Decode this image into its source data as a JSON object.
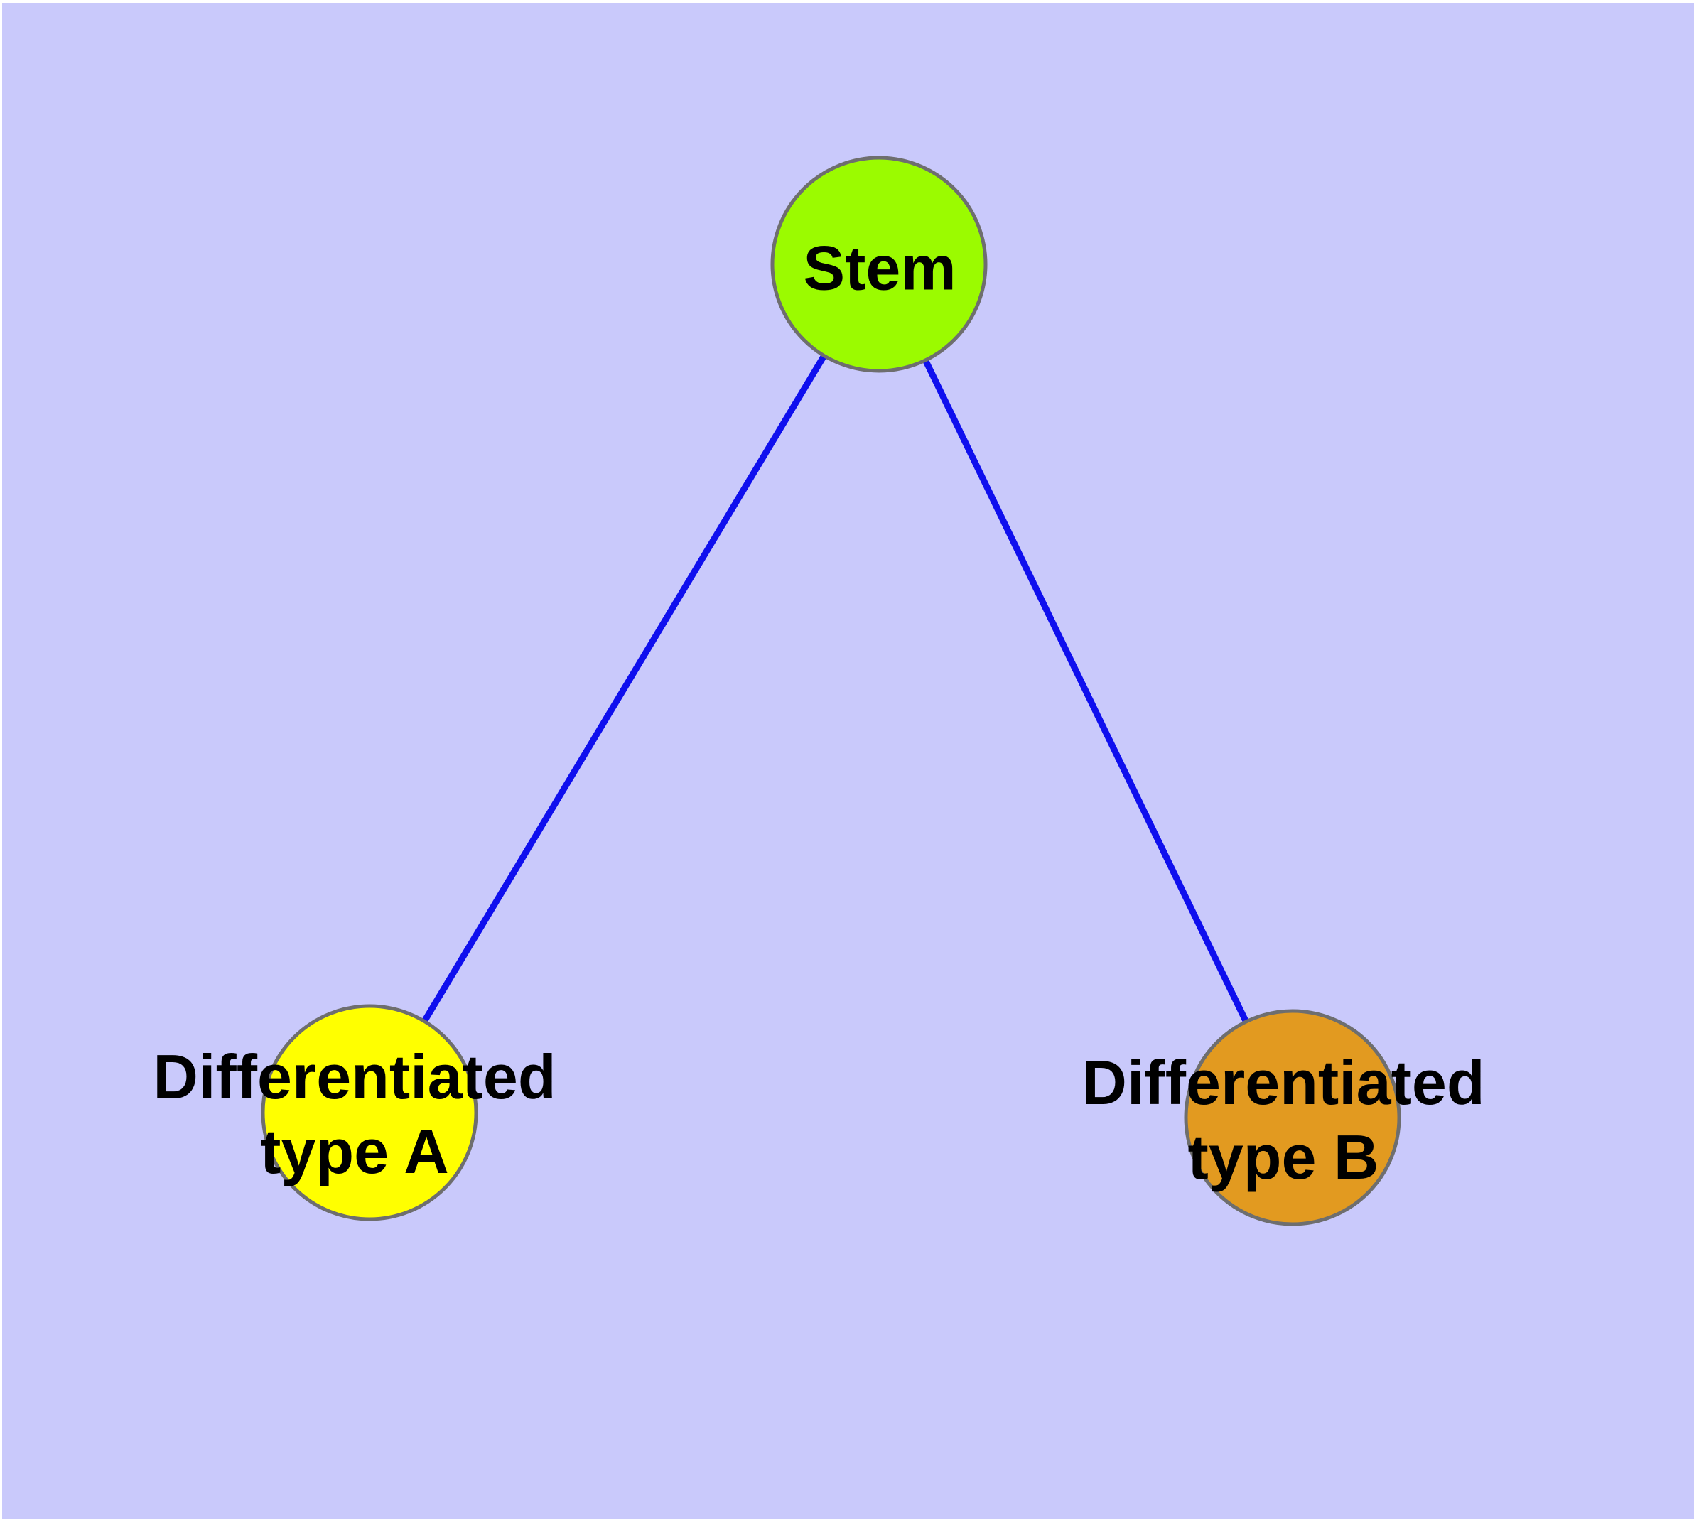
{
  "diagram": {
    "type": "node-link-graph",
    "colors": {
      "background": "#c9c9fb",
      "margin": "#ffffff",
      "edge": "#0f0fee",
      "node_border": "#6e6e6e",
      "label": "#000000"
    },
    "nodes": [
      {
        "id": "stem",
        "fill": "#9bfb00",
        "label_lines": [
          "Stem"
        ]
      },
      {
        "id": "type-a",
        "fill": "#ffff00",
        "label_lines": [
          "Differentiated",
          "type A"
        ]
      },
      {
        "id": "type-b",
        "fill": "#e29a20",
        "label_lines": [
          "Differentiated",
          "type B"
        ]
      }
    ],
    "edges": [
      {
        "from": "stem",
        "to": "type-a"
      },
      {
        "from": "stem",
        "to": "type-b"
      }
    ]
  }
}
